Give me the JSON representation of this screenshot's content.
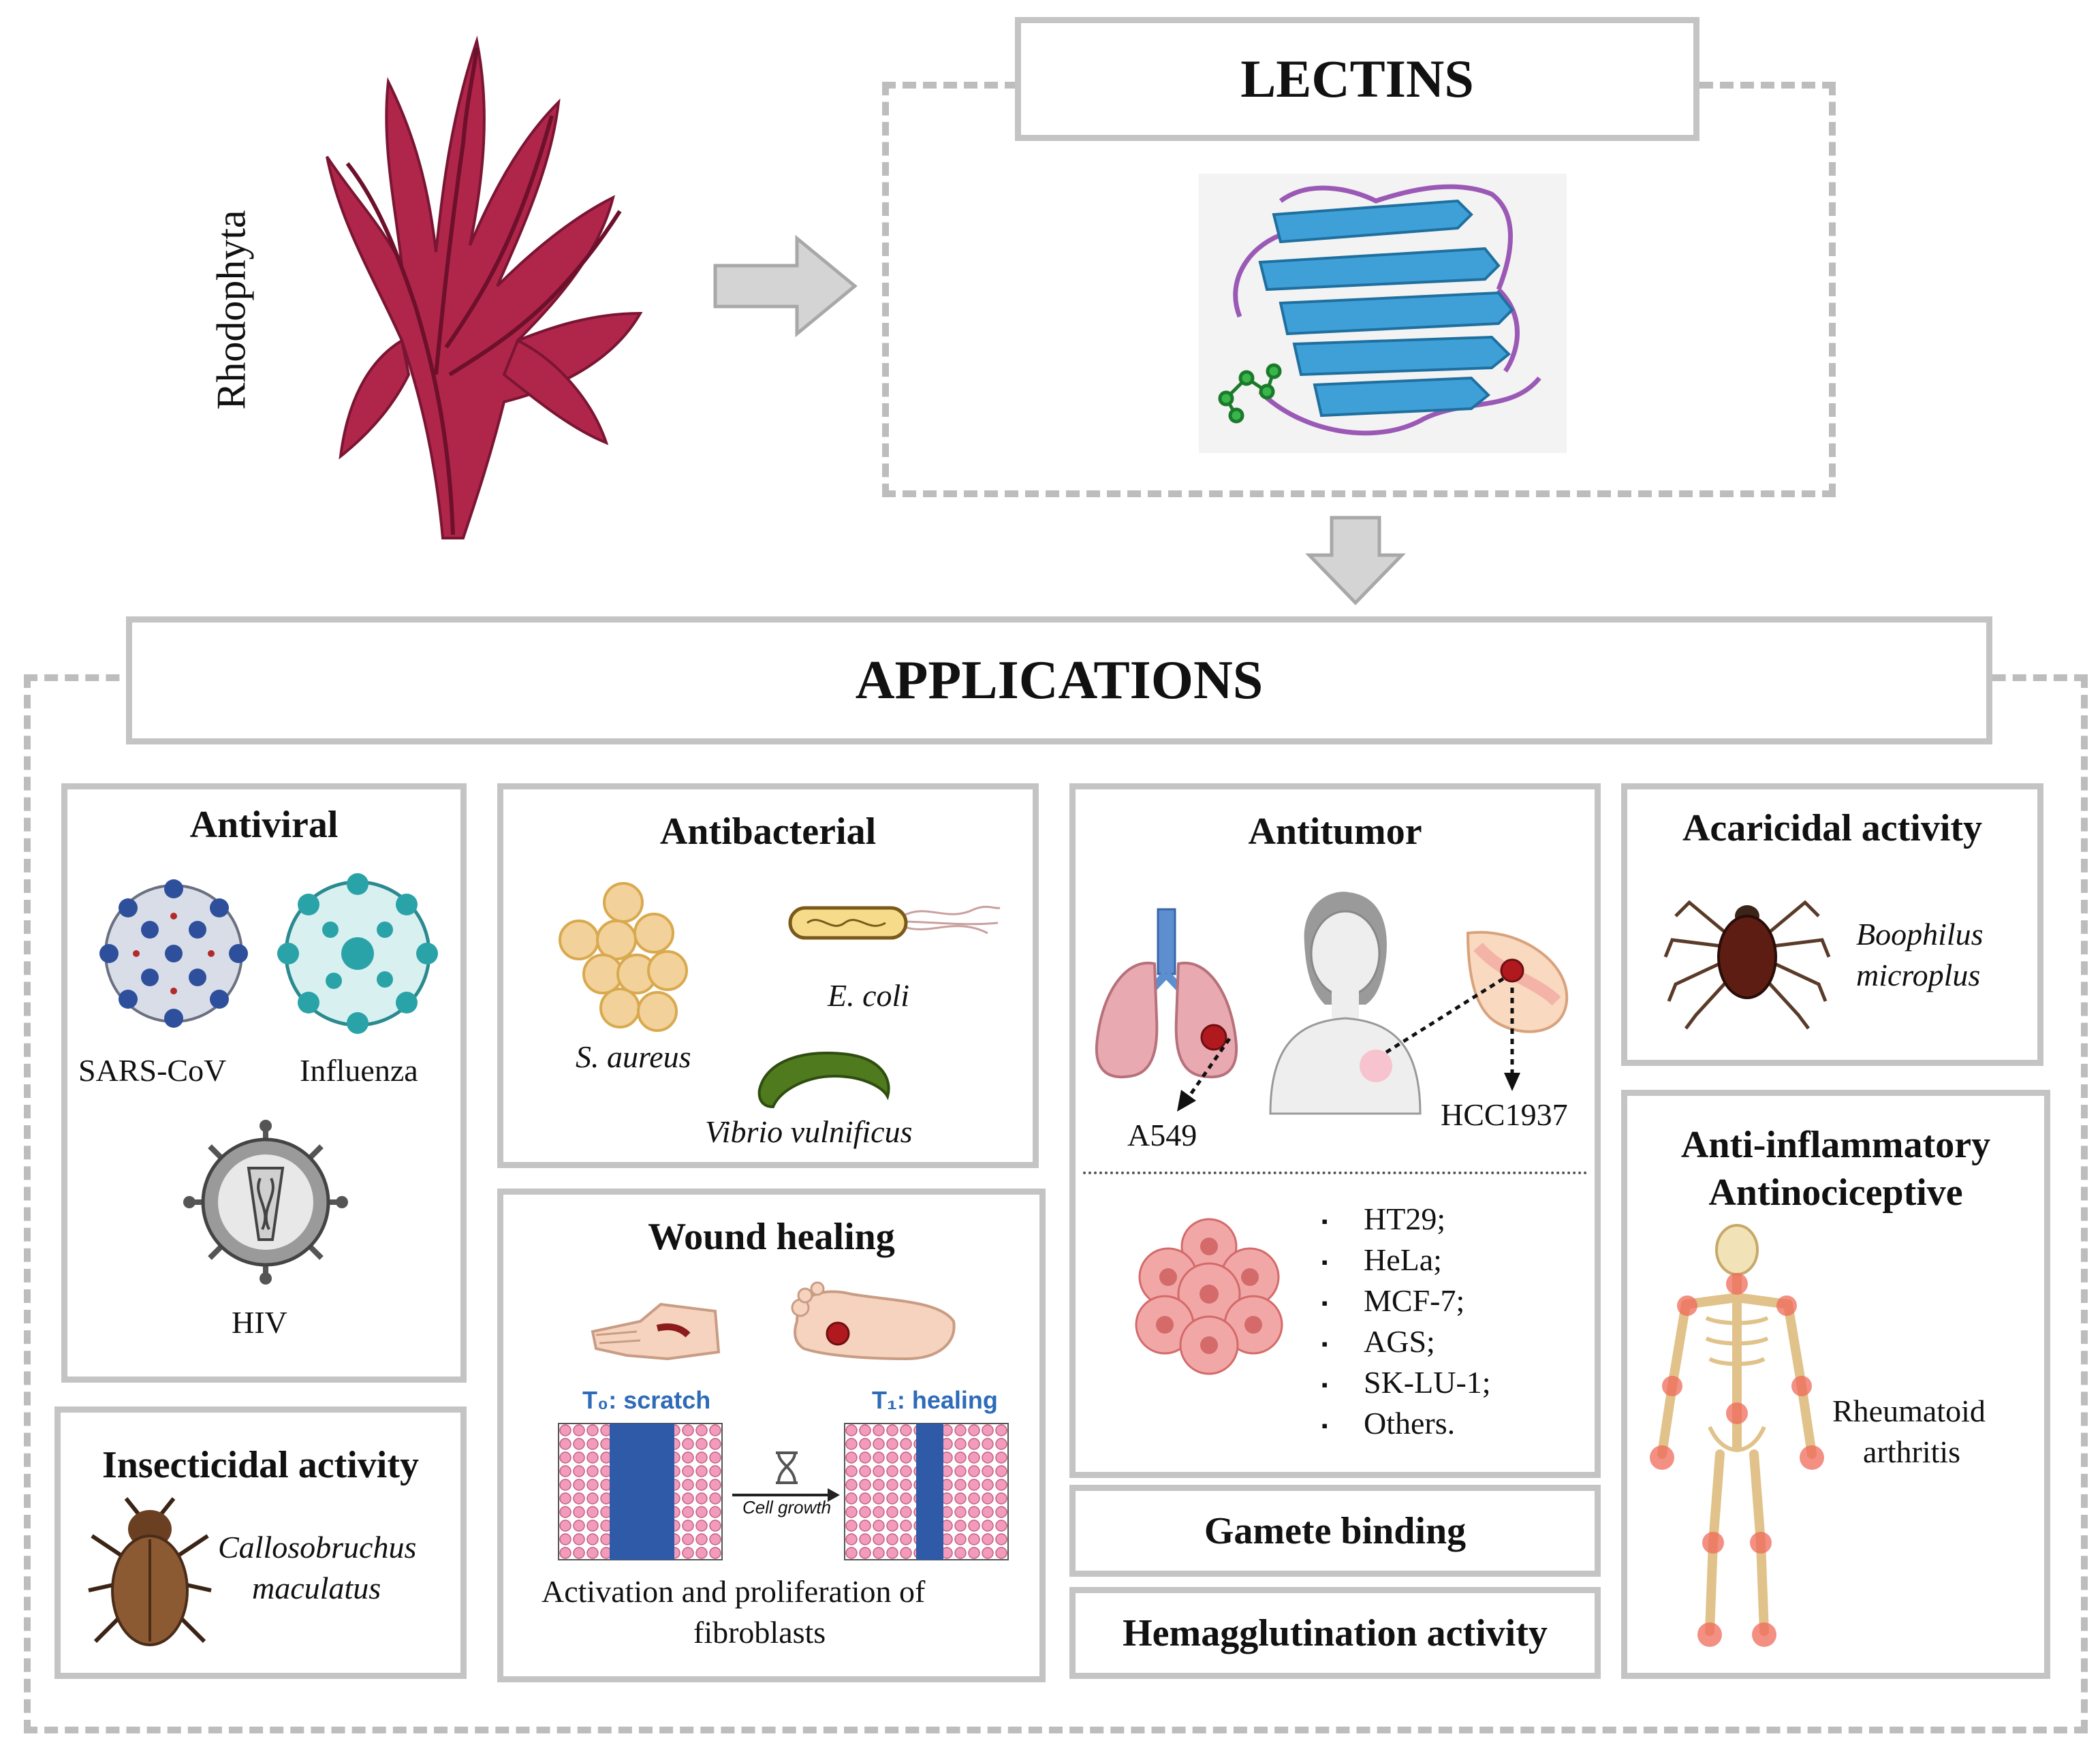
{
  "source": {
    "label": "Rhodophyta"
  },
  "lectins": {
    "title": "LECTINS"
  },
  "applications": {
    "title": "APPLICATIONS",
    "antiviral": {
      "title": "Antiviral",
      "labels": [
        "SARS-CoV",
        "Influenza",
        "HIV"
      ]
    },
    "antibacterial": {
      "title": "Antibacterial",
      "labels": [
        "E. coli",
        "S. aureus",
        "Vibrio vulnificus"
      ]
    },
    "antitumor": {
      "title": "Antitumor",
      "cell_lines": [
        "A549",
        "HCC1937"
      ],
      "list": [
        "HT29;",
        "HeLa;",
        "MCF-7;",
        "AGS;",
        "SK-LU-1;",
        "Others."
      ]
    },
    "acaricidal": {
      "title": "Acaricidal activity",
      "species_line1": "Boophilus",
      "species_line2": "microplus"
    },
    "insecticidal": {
      "title": "Insecticidal activity",
      "species_line1": "Callosobruchus",
      "species_line2": "maculatus"
    },
    "wound_healing": {
      "title": "Wound healing",
      "t0": "T₀: scratch",
      "t1": "T₁: healing",
      "arrow_label": "Cell growth",
      "caption_line1": "Activation and proliferation of",
      "caption_line2": "fibroblasts"
    },
    "gamete_binding": {
      "title": "Gamete binding"
    },
    "hemagglutination": {
      "title": "Hemagglutination activity"
    },
    "anti_inflammatory": {
      "title_line1": "Anti-inflammatory",
      "title_line2": "Antinociceptive",
      "label_line1": "Rheumatoid",
      "label_line2": "arthritis"
    }
  },
  "colors": {
    "frame_gray": "#c4c4c4",
    "dash_gray": "#bdbdbd",
    "seaweed": "#b0264a",
    "protein_blue": "#3fa0d8",
    "loop_purple": "#9b59b6",
    "ligand_green": "#39b54a",
    "wound_blue": "#2e5aa8",
    "cell_pink": "#f29bbd"
  }
}
